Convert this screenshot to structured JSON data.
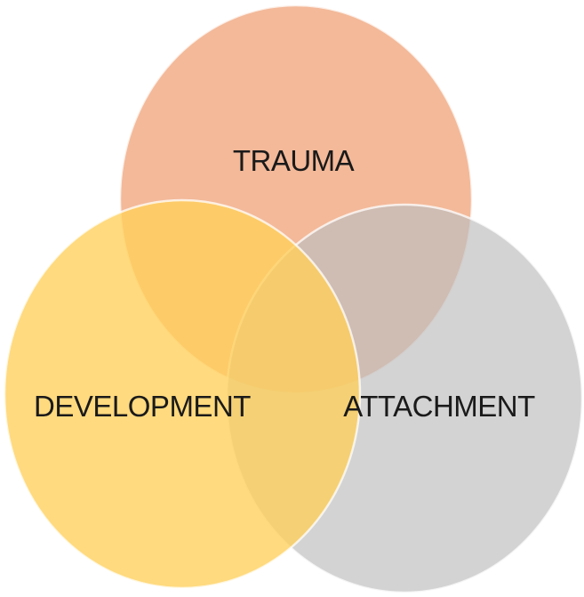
{
  "diagram": {
    "type": "venn",
    "sets": [
      {
        "id": "trauma",
        "label": "TRAUMA",
        "color": "#F0A57C"
      },
      {
        "id": "attachment",
        "label": "ATTACHMENT",
        "color": "#BEBEBE"
      },
      {
        "id": "development",
        "label": "DEVELOPMENT",
        "color": "#FFD05A"
      }
    ]
  }
}
